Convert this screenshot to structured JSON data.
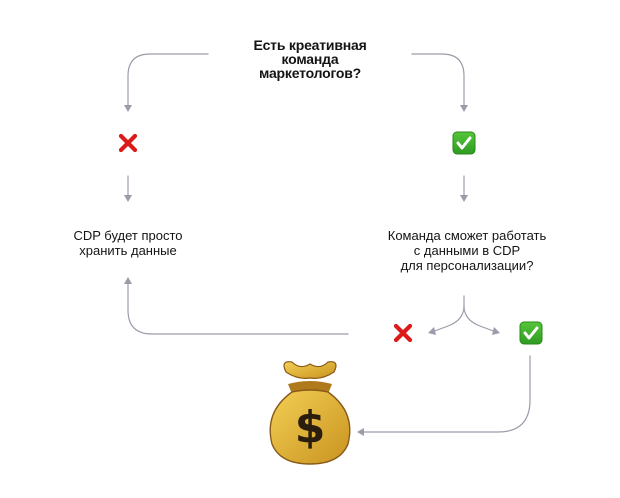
{
  "flowchart": {
    "question_1": "Есть креативная\nкоманда\nмаркетологов?",
    "outcome_left": "CDP будет просто\nхранить данные",
    "question_2": "Команда сможет работать\nс данными в CDP\nдля персонализации?"
  },
  "icons": {
    "no": "cross-mark",
    "yes": "check-mark-button",
    "result": "money-bag"
  },
  "colors": {
    "arrow": "#9a9caa",
    "cross": "#dd1a1a",
    "check_fill": "#3fae29",
    "check_dark": "#2a8a1a",
    "bag": "#d5a62a",
    "bag_dark": "#8a5a1a",
    "text": "#141414"
  }
}
